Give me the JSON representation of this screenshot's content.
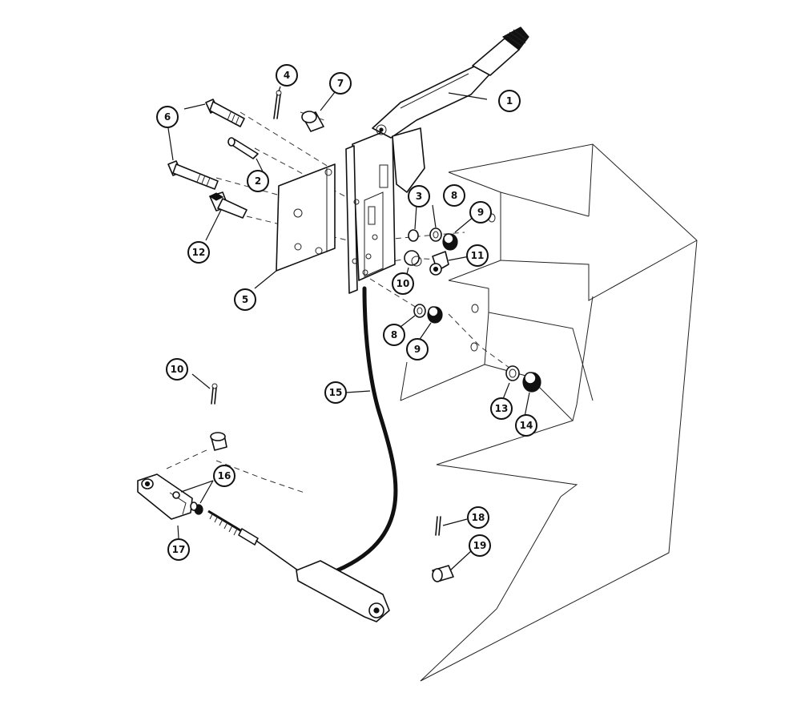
{
  "callouts": [
    {
      "id": "c1",
      "label": "1"
    },
    {
      "id": "c2",
      "label": "2"
    },
    {
      "id": "c3",
      "label": "3"
    },
    {
      "id": "c4",
      "label": "4"
    },
    {
      "id": "c5",
      "label": "5"
    },
    {
      "id": "c6",
      "label": "6"
    },
    {
      "id": "c7",
      "label": "7"
    },
    {
      "id": "c8a",
      "label": "8"
    },
    {
      "id": "c8b",
      "label": "8"
    },
    {
      "id": "c9a",
      "label": "9"
    },
    {
      "id": "c9b",
      "label": "9"
    },
    {
      "id": "c10a",
      "label": "10"
    },
    {
      "id": "c10b",
      "label": "10"
    },
    {
      "id": "c11",
      "label": "11"
    },
    {
      "id": "c12",
      "label": "12"
    },
    {
      "id": "c13",
      "label": "13"
    },
    {
      "id": "c14",
      "label": "14"
    },
    {
      "id": "c15",
      "label": "15"
    },
    {
      "id": "c16",
      "label": "16"
    },
    {
      "id": "c17",
      "label": "17"
    },
    {
      "id": "c18",
      "label": "18"
    },
    {
      "id": "c19",
      "label": "19"
    }
  ]
}
